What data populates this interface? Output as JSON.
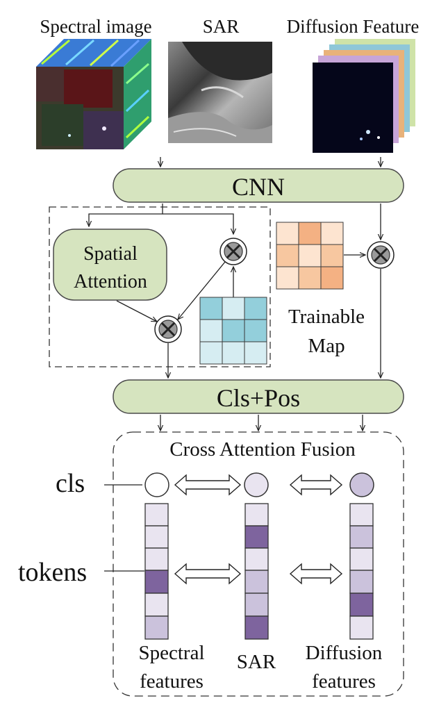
{
  "inputs": {
    "spectral": "Spectral image",
    "sar": "SAR",
    "diffusion": "Diffusion Feature"
  },
  "blocks": {
    "cnn": "CNN",
    "spatial_attention_line1": "Spatial",
    "spatial_attention_line2": "Attention",
    "trainable_map_line1": "Trainable",
    "trainable_map_line2": "Map",
    "cls_pos": "Cls+Pos",
    "fusion": "Cross Attention Fusion"
  },
  "side_labels": {
    "cls": "cls",
    "tokens": "tokens"
  },
  "bottom_labels": {
    "spectral_line1": "Spectral",
    "spectral_line2": "features",
    "sar": "SAR",
    "diffusion_line1": "Diffusion",
    "diffusion_line2": "features"
  },
  "colors": {
    "block_fill": "#d6e4bf",
    "block_stroke": "#4a4a4a",
    "token_light": "#e9e4f0",
    "token_mid": "#cbc2dc",
    "token_dark": "#7e649e",
    "blue_light": "#d6edf2",
    "blue_mid": "#93cfdb",
    "orange_light": "#fde4d0",
    "orange_mid": "#f7c7a0",
    "orange_dark": "#f4b183"
  }
}
